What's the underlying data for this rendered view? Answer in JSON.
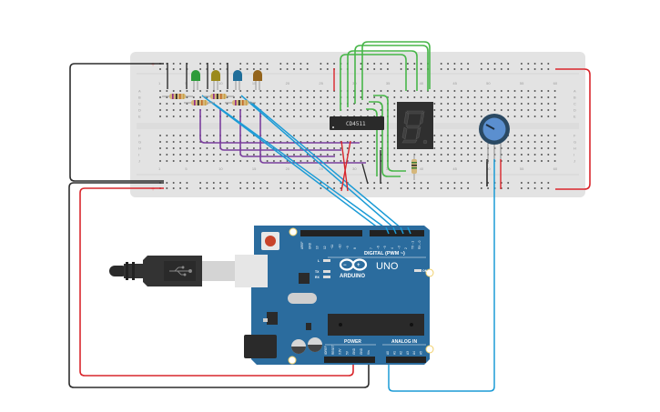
{
  "breadboard": {
    "row_labels_top": [
      "A",
      "B",
      "C",
      "D",
      "E"
    ],
    "row_labels_bottom": [
      "F",
      "G",
      "H",
      "I",
      "J"
    ],
    "column_numbers": [
      "1",
      "5",
      "10",
      "15",
      "20",
      "25",
      "30",
      "35",
      "40",
      "45",
      "50",
      "55",
      "60"
    ],
    "rail_plus_symbol": "+",
    "rail_minus_symbol": "−"
  },
  "components": {
    "leds": [
      {
        "color_name": "green",
        "color": "#2e9b3a"
      },
      {
        "color_name": "yellow",
        "color": "#9b8a1c"
      },
      {
        "color_name": "blue",
        "color": "#1f6e9a"
      },
      {
        "color_name": "orange",
        "color": "#93641c"
      }
    ],
    "decoder_chip": {
      "label": "CD4511"
    },
    "seven_segment_display": {
      "digit": "8"
    },
    "potentiometer": {
      "knob_color": "#5b8fcf"
    }
  },
  "arduino": {
    "logo_text": "ARDUINO",
    "model": "UNO",
    "digital_label": "DIGITAL (PWM ~)",
    "digital_pins": [
      "AREF",
      "GND",
      "13",
      "12",
      "~11",
      "~10",
      "~9",
      "8",
      "7",
      "~6",
      "~5",
      "4",
      "~3",
      "2",
      "TX→1",
      "RX←0"
    ],
    "power_label": "POWER",
    "power_pins": [
      "IOREF",
      "RESET",
      "3.3V",
      "5V",
      "GND",
      "GND",
      "Vin"
    ],
    "analog_label": "ANALOG IN",
    "analog_pins": [
      "A0",
      "A1",
      "A2",
      "A3",
      "A4",
      "A5"
    ],
    "led_labels": [
      "L",
      "TX",
      "RX",
      "ON"
    ],
    "board_color": "#2b6c9e"
  },
  "wires": {
    "colors": {
      "ground": "#2d2d2d",
      "power": "#d9262c",
      "signal_blue": "#1b9bd6",
      "purple": "#7b3f9e",
      "green": "#48b649"
    }
  },
  "usb": {
    "icon": "usb-icon"
  }
}
